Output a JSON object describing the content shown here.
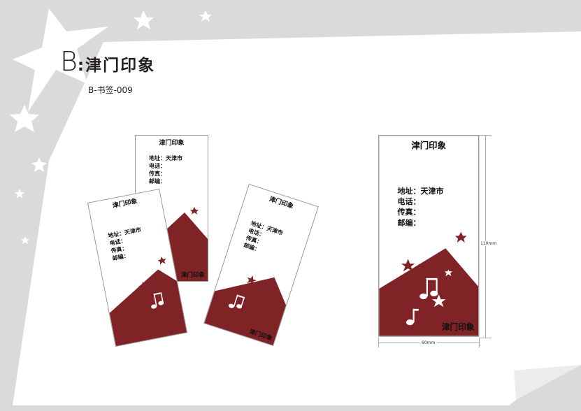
{
  "header": {
    "letter": "B",
    "title": ":津门印象",
    "subtitle": "B-书签-009"
  },
  "card": {
    "title": "津门印象",
    "address_label": "地址：",
    "address_value": "天津市",
    "phone_label": "电话：",
    "fax_label": "传真：",
    "postcode_label": "邮编：",
    "footer": "津门印象"
  },
  "dimensions": {
    "height": "110mm",
    "width": "60mm"
  },
  "colors": {
    "maroon": "#7f2327",
    "background_gray": "#d9dadb"
  }
}
